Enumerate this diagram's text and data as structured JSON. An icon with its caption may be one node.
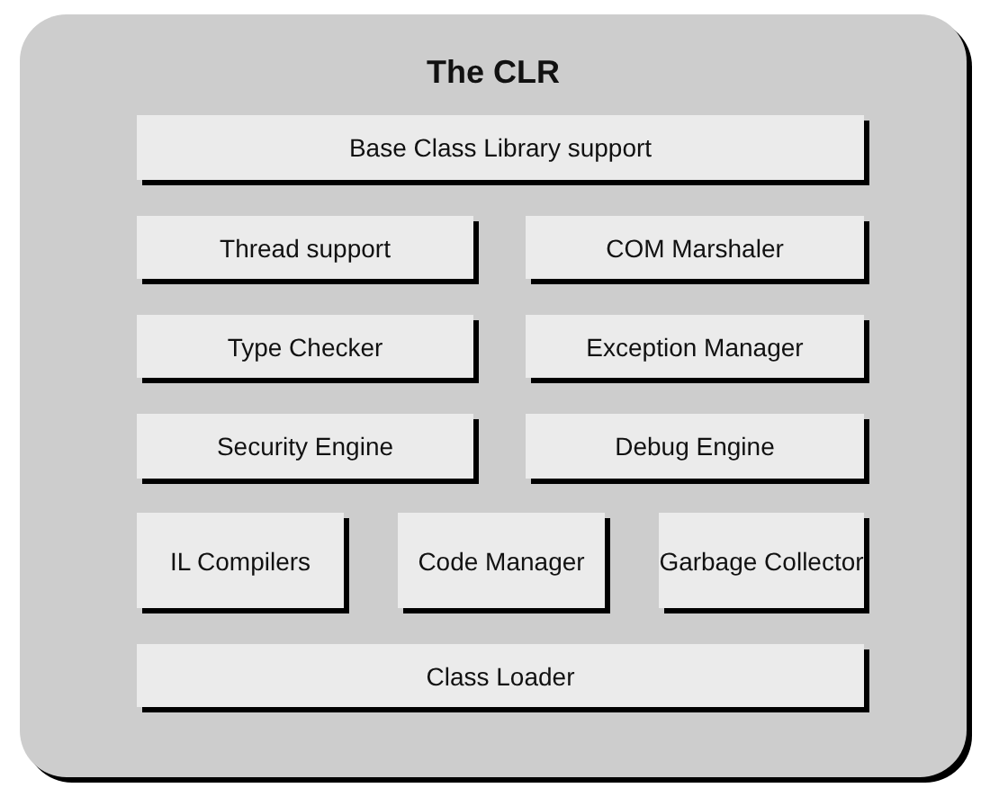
{
  "diagram": {
    "nodes": [
      {
        "text": [
          "The CLR"
        ]
      },
      {
        "text": [
          "Base Class Library support"
        ],
        "in": 0
      },
      {
        "text": [
          "Thread support"
        ],
        "in": 0
      },
      {
        "text": [
          "COM Marshaler"
        ],
        "in": 0
      },
      {
        "text": [
          "Type Checker"
        ],
        "in": 0
      },
      {
        "text": [
          "Exception Manager"
        ],
        "in": 0
      },
      {
        "text": [
          "Security Engine"
        ],
        "in": 0
      },
      {
        "text": [
          "Debug Engine"
        ],
        "in": 0
      },
      {
        "text": [
          "IL Compilers"
        ],
        "in": 0
      },
      {
        "text": [
          "Code Manager"
        ],
        "in": 0
      },
      {
        "text": [
          "Garbage Collector"
        ],
        "in": 0
      },
      {
        "text": [
          "Class Loader"
        ],
        "in": 0
      }
    ]
  }
}
